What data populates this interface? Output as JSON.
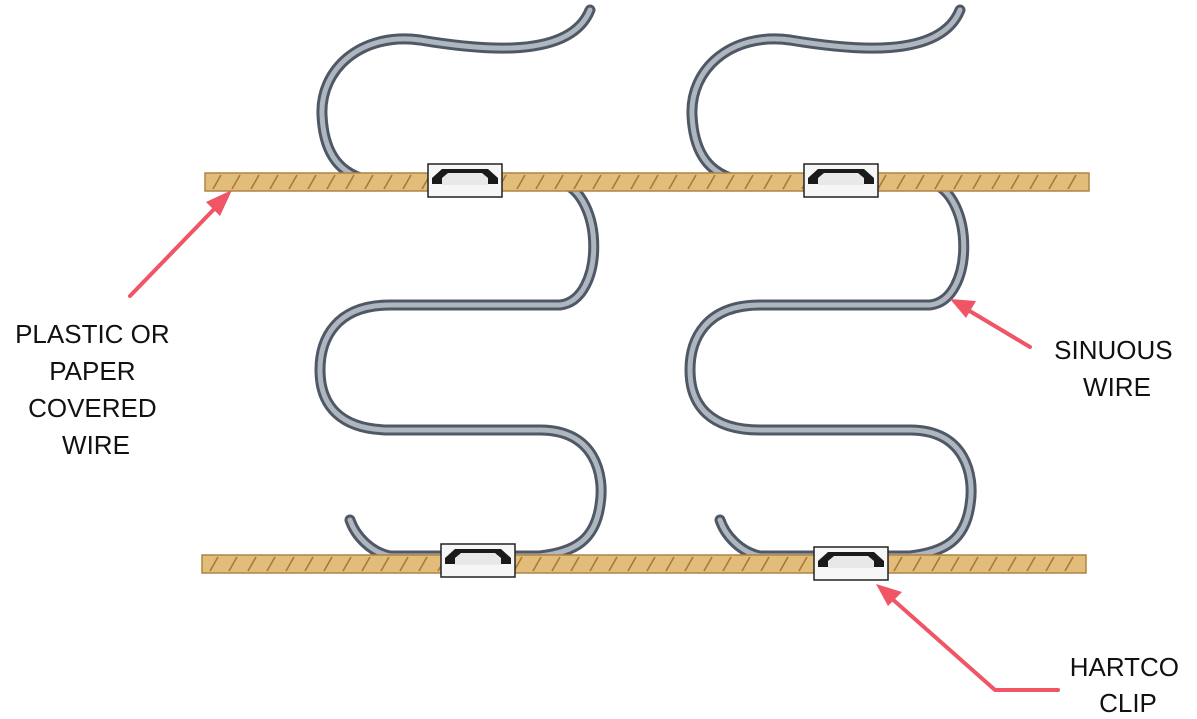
{
  "labels": {
    "covered_wire": [
      "PLASTIC OR",
      "PAPER",
      "COVERED",
      "WIRE"
    ],
    "sinuous_wire": [
      "SINUOUS",
      "WIRE"
    ],
    "hartco_clip": [
      "HARTCO",
      "CLIP"
    ]
  },
  "colors": {
    "rope": "#e2bd7a",
    "rope_stripe": "#a8793a",
    "spring": "#7e8794",
    "spring_highlight": "#d9dee5",
    "arrow": "#ef5565",
    "clip_fill": "#f4f4f4",
    "clip_dark": "#1a1a1a"
  }
}
